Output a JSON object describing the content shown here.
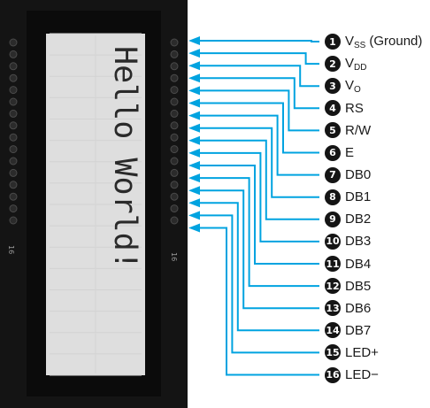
{
  "display": {
    "text": "Hello World!",
    "pin_marker_left": "16",
    "pin_marker_right": "16"
  },
  "colors": {
    "connector": "#00A3E0",
    "pcb": "#141414",
    "bezel": "#0b0b0b",
    "lcd_glass": "#dedede",
    "lcd_text": "#2a2a2a"
  },
  "pins": [
    {
      "num": "1",
      "name": "V",
      "sub": "SS",
      "after": "(Ground)"
    },
    {
      "num": "2",
      "name": "V",
      "sub": "DD",
      "after": ""
    },
    {
      "num": "3",
      "name": "V",
      "sub": "O",
      "after": ""
    },
    {
      "num": "4",
      "name": "RS",
      "sub": "",
      "after": ""
    },
    {
      "num": "5",
      "name": "R/W",
      "sub": "",
      "after": ""
    },
    {
      "num": "6",
      "name": "E",
      "sub": "",
      "after": ""
    },
    {
      "num": "7",
      "name": "DB0",
      "sub": "",
      "after": ""
    },
    {
      "num": "8",
      "name": "DB1",
      "sub": "",
      "after": ""
    },
    {
      "num": "9",
      "name": "DB2",
      "sub": "",
      "after": ""
    },
    {
      "num": "10",
      "name": "DB3",
      "sub": "",
      "after": ""
    },
    {
      "num": "11",
      "name": "DB4",
      "sub": "",
      "after": ""
    },
    {
      "num": "12",
      "name": "DB5",
      "sub": "",
      "after": ""
    },
    {
      "num": "13",
      "name": "DB6",
      "sub": "",
      "after": ""
    },
    {
      "num": "14",
      "name": "DB7",
      "sub": "",
      "after": ""
    },
    {
      "num": "15",
      "name": "LED+",
      "sub": "",
      "after": ""
    },
    {
      "num": "16",
      "name": "LED−",
      "sub": "",
      "after": ""
    }
  ]
}
